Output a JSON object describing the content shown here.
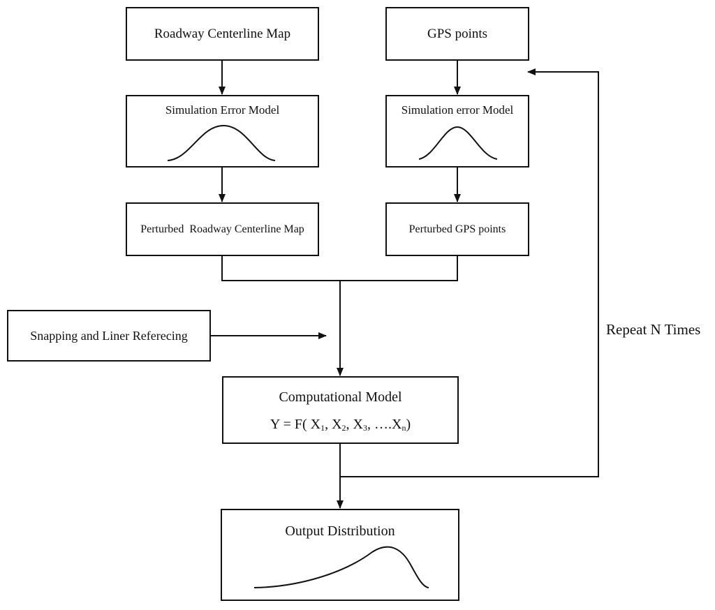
{
  "boxes": {
    "roadway_map": {
      "label": "Roadway Centerline Map"
    },
    "gps_points": {
      "label": "GPS points"
    },
    "sim_error_left": {
      "label": "Simulation Error Model",
      "icon": "bell-curve-icon"
    },
    "sim_error_right": {
      "label": "Simulation error Model",
      "icon": "bell-curve-icon"
    },
    "perturbed_map": {
      "label": "Perturbed  Roadway Centerline Map"
    },
    "perturbed_gps": {
      "label": "Perturbed GPS points"
    },
    "snapping": {
      "label": "Snapping and Liner Referecing"
    },
    "computational": {
      "title": "Computational Model",
      "formula": {
        "lhs": "Y = F( X",
        "s1": "1",
        "p2": ", X",
        "s2": "2",
        "p3": ", X",
        "s3": "3",
        "p4": ", ….X",
        "sn": "n",
        "close": ")"
      }
    },
    "output": {
      "label": "Output Distribution",
      "icon": "skewed-distribution-icon"
    }
  },
  "loop_label": "Repeat N Times",
  "colors": {
    "stroke": "#111111",
    "background": "#ffffff"
  }
}
